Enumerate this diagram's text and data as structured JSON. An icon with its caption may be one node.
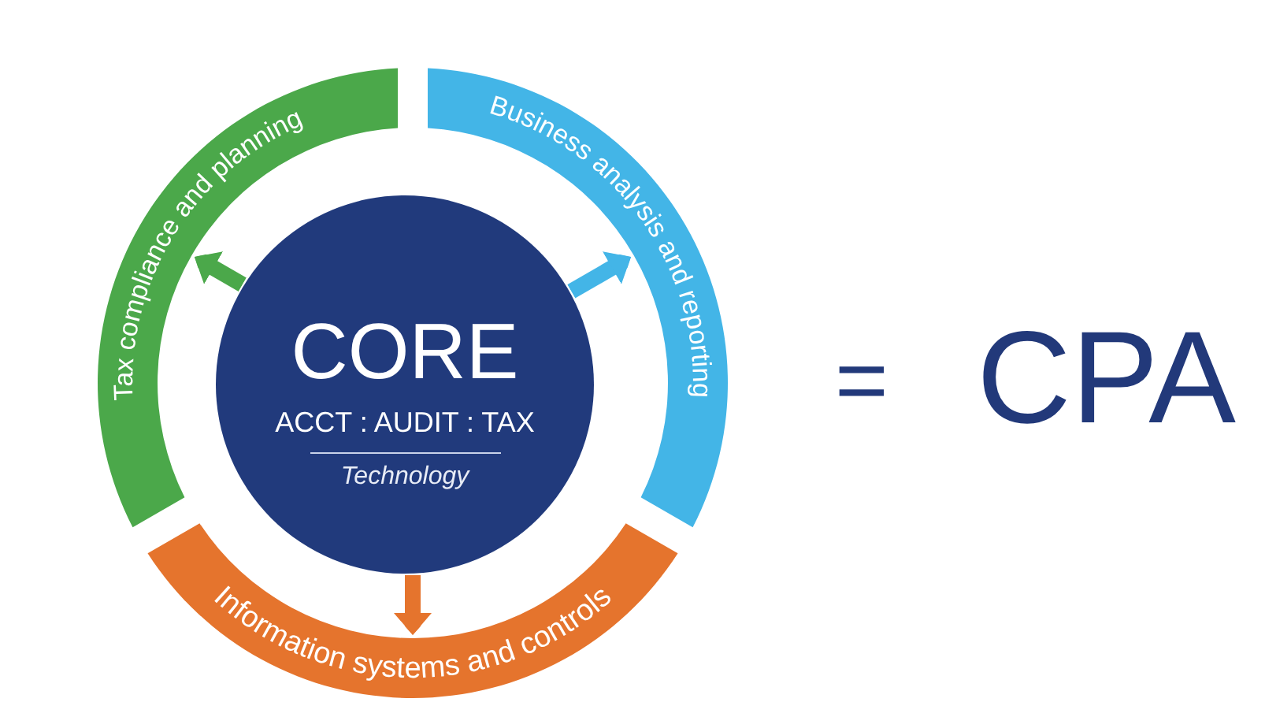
{
  "diagram": {
    "nodes": [
      {
        "text": [
          "CORE",
          "ACCT : AUDIT : TAX",
          "Technology"
        ]
      },
      {
        "text": [
          "Tax compliance and planning"
        ]
      },
      {
        "text": [
          "Business analysis and reporting"
        ]
      },
      {
        "text": [
          "Information systems and controls"
        ]
      }
    ],
    "edges": [
      {
        "from": 0,
        "to": 1,
        "arrow": "to",
        "color": "#4ba84a"
      },
      {
        "from": 0,
        "to": 2,
        "arrow": "to",
        "color": "#43b5e7"
      },
      {
        "from": 0,
        "to": 3,
        "arrow": "to",
        "color": "#e5742d"
      }
    ],
    "labels": [
      "=",
      "CPA"
    ]
  }
}
